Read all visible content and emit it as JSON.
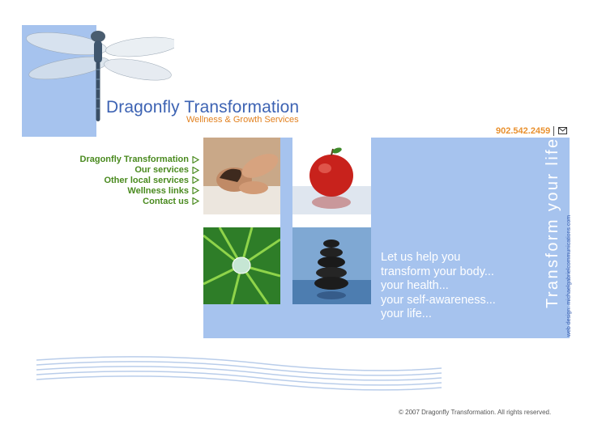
{
  "brand": {
    "name": "Dragonfly Transformation",
    "tagline": "Wellness & Growth Services"
  },
  "contact": {
    "phone": "902.542.2459",
    "icon": "mail-icon"
  },
  "nav": {
    "items": [
      {
        "label": "Dragonfly Transformation"
      },
      {
        "label": "Our services"
      },
      {
        "label": "Other local services"
      },
      {
        "label": "Wellness links"
      },
      {
        "label": "Contact us"
      }
    ]
  },
  "hero": {
    "lines": [
      "Let us help you",
      "transform your body...",
      "your health...",
      "your self-awareness...",
      "your life..."
    ],
    "vertical_title": "Transform your life",
    "credit": "web design: michaelgabrielcommunications.com"
  },
  "footer": {
    "copyright": "© 2007 Dragonfly Transformation. All rights reserved."
  },
  "colors": {
    "panel": "#a6c3ee",
    "brand_blue": "#3d63b3",
    "accent_orange": "#e9912f",
    "nav_green": "#4a8a1f"
  }
}
